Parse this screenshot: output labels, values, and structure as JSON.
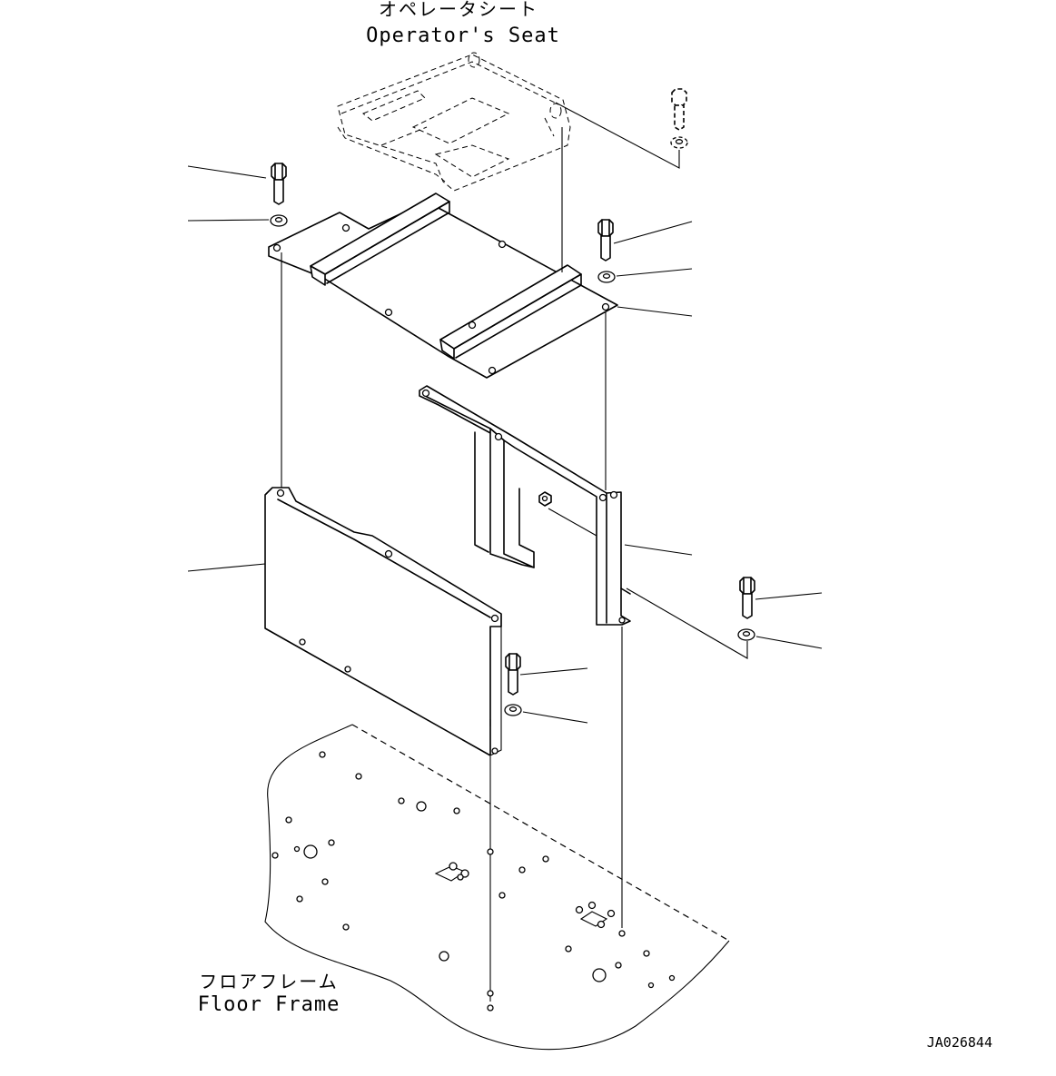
{
  "labels": {
    "operator_seat_jp": "オペレータシート",
    "operator_seat_en": "Operator's Seat",
    "floor_frame_jp": "フロアフレーム",
    "floor_frame_en": "Floor Frame",
    "drawing_number": "JA026844"
  },
  "icons": {
    "bolt": "bolt-icon",
    "washer": "washer-icon"
  },
  "colors": {
    "line": "#000000",
    "background": "#ffffff"
  }
}
